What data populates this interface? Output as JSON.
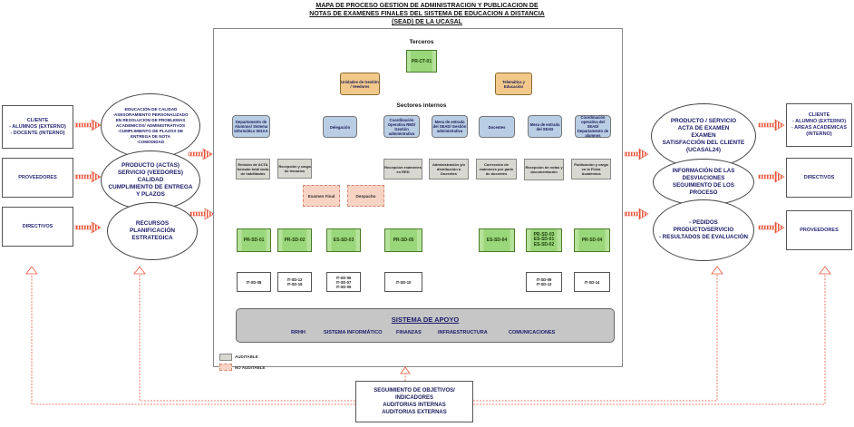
{
  "title": {
    "line1": "MAPA DE PROCESO GESTION DE ADMINISTRACION Y PUBLICACION DE",
    "line2": "NOTAS DE EXAMENES FINALES DEL SISTEMA DE EDUCACION A DISTANCIA",
    "line3": "(SEAD) DE LA UCASAL"
  },
  "left": {
    "cliente": "CLIENTE\n- ALUMNOS (EXTERNO)\n- DOCENTE (INTERNO)",
    "proveedores": "PROVEEDORES",
    "directivos": "DIRECTIVOS",
    "oval_calidad": "-EDUCACIÓN DE CALIDAD\n-ASESORAMIENTO PERSONALIZADO EN RESOLUCION DE PROBLEMAS ACADEMICOS/ ADMINISTRATIVOS\n-CUMPLIMIENTO DE PLAZOS DE ENTREGA DE NOTA\n-COMODIDAD",
    "oval_producto": "PRODUCTO (ACTAS)\nSERVICIO (VEEDORES)\nCALIDAD\nCUMPLIMIENTO DE ENTREGA Y PLAZOS",
    "oval_recursos": "RECURSOS\nPLANIFICACIÓN\nESTRATEGICA"
  },
  "right": {
    "oval_producto": "PRODUCTO / SERVICIO\nACTA DE EXAMEN\nEXAMEN\nSATISFACCIÓN DEL CLIENTE\n(UCASAL24)",
    "oval_info": "INFORMACIÓN DE LAS DESVIACIONES\nSEGUIMIENTO DE LOS PROCESO",
    "oval_pedidos": "- PEDIDOS\nPRODUCTO/SERVICIO\n- RESULTADOS DE EVALUACIÓN",
    "cliente": "CLIENTE\n- ALUMNO (EXTERNO)\n- AREAS ACADEMICAS (INTERNO)",
    "directivos": "DIRECTIVOS",
    "proveedores": "PROVEEDORES"
  },
  "terceros": {
    "title": "Terceros",
    "center": "PR-CT-01",
    "left": "Unidades de Gestión / Veedores",
    "right": "Telemática y Educación"
  },
  "sectores": {
    "title": "Sectores internos",
    "items": [
      "Departamento de Alumnos/ Sistema Informático SIGAA",
      "Delegación",
      "Coordinación Operativa RED/ Gestión administrativa",
      "Mesa de entrada del SEAD/ Gestión administrativa",
      "Docentes",
      "Mesa de entrada del SEAD",
      "Coordinación operativa del SEAD/ Departamento de alumnos"
    ]
  },
  "activities": [
    "Emisión de ACTA formato total /acta de habilitados",
    "Recepción y carga de temarios",
    "Recepción exámenes en RED",
    "Administración y/o distribución a Docentes",
    "Corrección de exámenes por parte de docentes",
    "Recepción de notas y documentación",
    "Publicación y carga en la Ficha Académica"
  ],
  "non_auditable": [
    "Examen Final",
    "Despacho"
  ],
  "procedures": [
    "PR-SD-01",
    "PR-SD-02",
    "ES-SD-03",
    "PR-SD-05",
    "ES-SD-04",
    "PR-SD-03\nES-SD-01\nES-SD-02",
    "PR-SD-04"
  ],
  "instructions": [
    "IT-SD-08",
    "IT-SD-12\nIT-SD-19",
    "IT-SD-06\nIT-SD-07\nIT-SD-09",
    "IT-SD-10",
    "IT-SD-09\nIT-SD-13",
    "IT-SD-14"
  ],
  "support": {
    "title": "SISTEMA DE APOYO",
    "items": [
      "RRHH",
      "SISTEMA INFORMÁTICO",
      "FINANZAS",
      "INFRAESTRUCTURA",
      "COMUNICACIONES"
    ]
  },
  "legend": {
    "auditable": "AUDITABLE",
    "non_auditable": "NO AUDITABLE"
  },
  "bottom": "SEGUIMIENTO DE OBJETIVOS/\nINDICADORES\nAUDITORIAS INTERNAS\nAUDITORIAS EXTERNAS",
  "colors": {
    "arrow": "#e8553a",
    "proc": "#9ad67a",
    "sector": "#b9cde4",
    "tercero": "#f2c98a",
    "nonaud": "#f7d3c4",
    "aud": "#d8d8d0"
  }
}
